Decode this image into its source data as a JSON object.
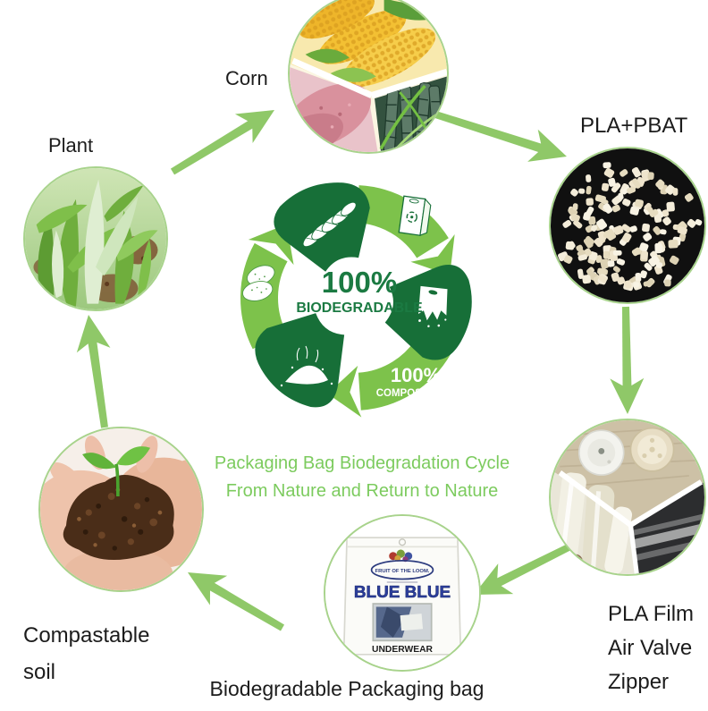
{
  "nodes": {
    "plant_label": "Plant",
    "corn_label": "Corn",
    "pla_pbat_label": "PLA+PBAT",
    "pla_film_lines": [
      "PLA Film",
      "Air Valve",
      "Zipper"
    ],
    "soil_lines": [
      "Compastable",
      "soil"
    ],
    "bag_label": "Biodegradable Packaging bag"
  },
  "emblem": {
    "biodegradable_percent": "100%",
    "biodegradable_word": "BIODEGRADABLE",
    "compostable_percent": "100%",
    "compostable_word": "COMPOSTABLE",
    "segment_icons": [
      "corn-cobs-icon",
      "paper-bag-icon",
      "degrading-bag-icon",
      "powder-icon",
      "potatoes-icon"
    ]
  },
  "caption": {
    "line1": "Packaging Bag Biodegradation Cycle",
    "line2": "From Nature and Return to Nature"
  },
  "bag_photo": {
    "brand": "FRUIT OF THE LOOM.",
    "product_name": "BLUE BLUE",
    "product_type": "UNDERWEAR"
  },
  "colors": {
    "emblem_dark_green": "#176f38",
    "emblem_light_green": "#7dc24b",
    "arrow_green": "#8fc868",
    "caption_green": "#7ccb5e",
    "center_text_green": "#1b7a42",
    "label_color": "#1c1c1c",
    "circle_border_green": "#a8d38c"
  }
}
